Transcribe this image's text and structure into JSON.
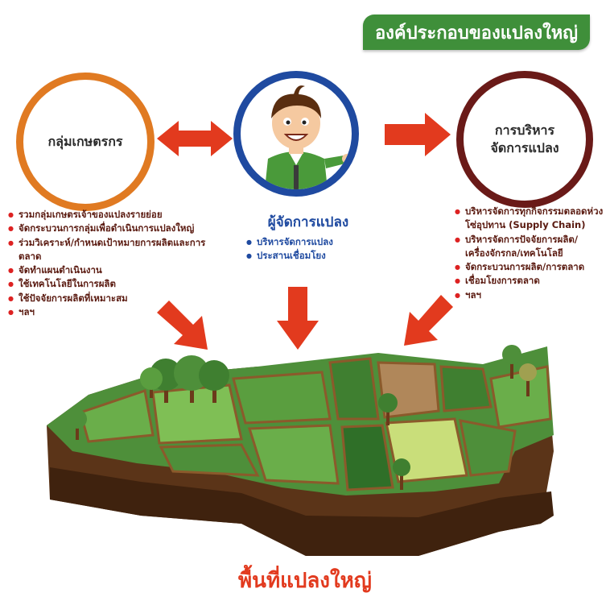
{
  "header_badge": "องค์ประกอบของแปลงใหญ่",
  "farmer_group": {
    "title": "กลุ่มเกษตรกร",
    "items": [
      "รวมกลุ่มเกษตรเจ้าของแปลงรายย่อย",
      "จัดกระบวนการกลุ่มเพื่อดำเนินการแปลงใหญ่",
      "ร่วมวิเคราะห์/กำหนดเป้าหมายการผลิตและการตลาด",
      "จัดทำแผนดำเนินงาน",
      "ใช้เทคโนโลยีในการผลิต",
      "ใช้ปัจจัยการผลิตที่เหมาะสม",
      "ฯลฯ"
    ]
  },
  "manager": {
    "title": "ผู้จัดการแปลง",
    "items": [
      "บริหารจัดการแปลง",
      "ประสานเชื่อมโยง"
    ]
  },
  "management": {
    "title_line1": "การบริหาร",
    "title_line2": "จัดการแปลง",
    "items": [
      "บริหารจัดการทุกกิจกรรมตลอดห่วงโซ่อุปทาน (Supply Chain)",
      "บริหารจัดการปัจจัยการผลิต/เครื่องจักรกล/เทคโนโลยี",
      "จัดกระบวนการผลิต/การตลาด",
      "เชื่อมโยงการตลาด",
      "ฯลฯ"
    ]
  },
  "footer_label": "พื้นที่แปลงใหญ่",
  "colors": {
    "badge_green": "#3f8f3a",
    "farmer_orange": "#e07a22",
    "manager_blue": "#1f4aa0",
    "management_maroon": "#6a1a18",
    "arrow_red": "#e23a1e"
  }
}
